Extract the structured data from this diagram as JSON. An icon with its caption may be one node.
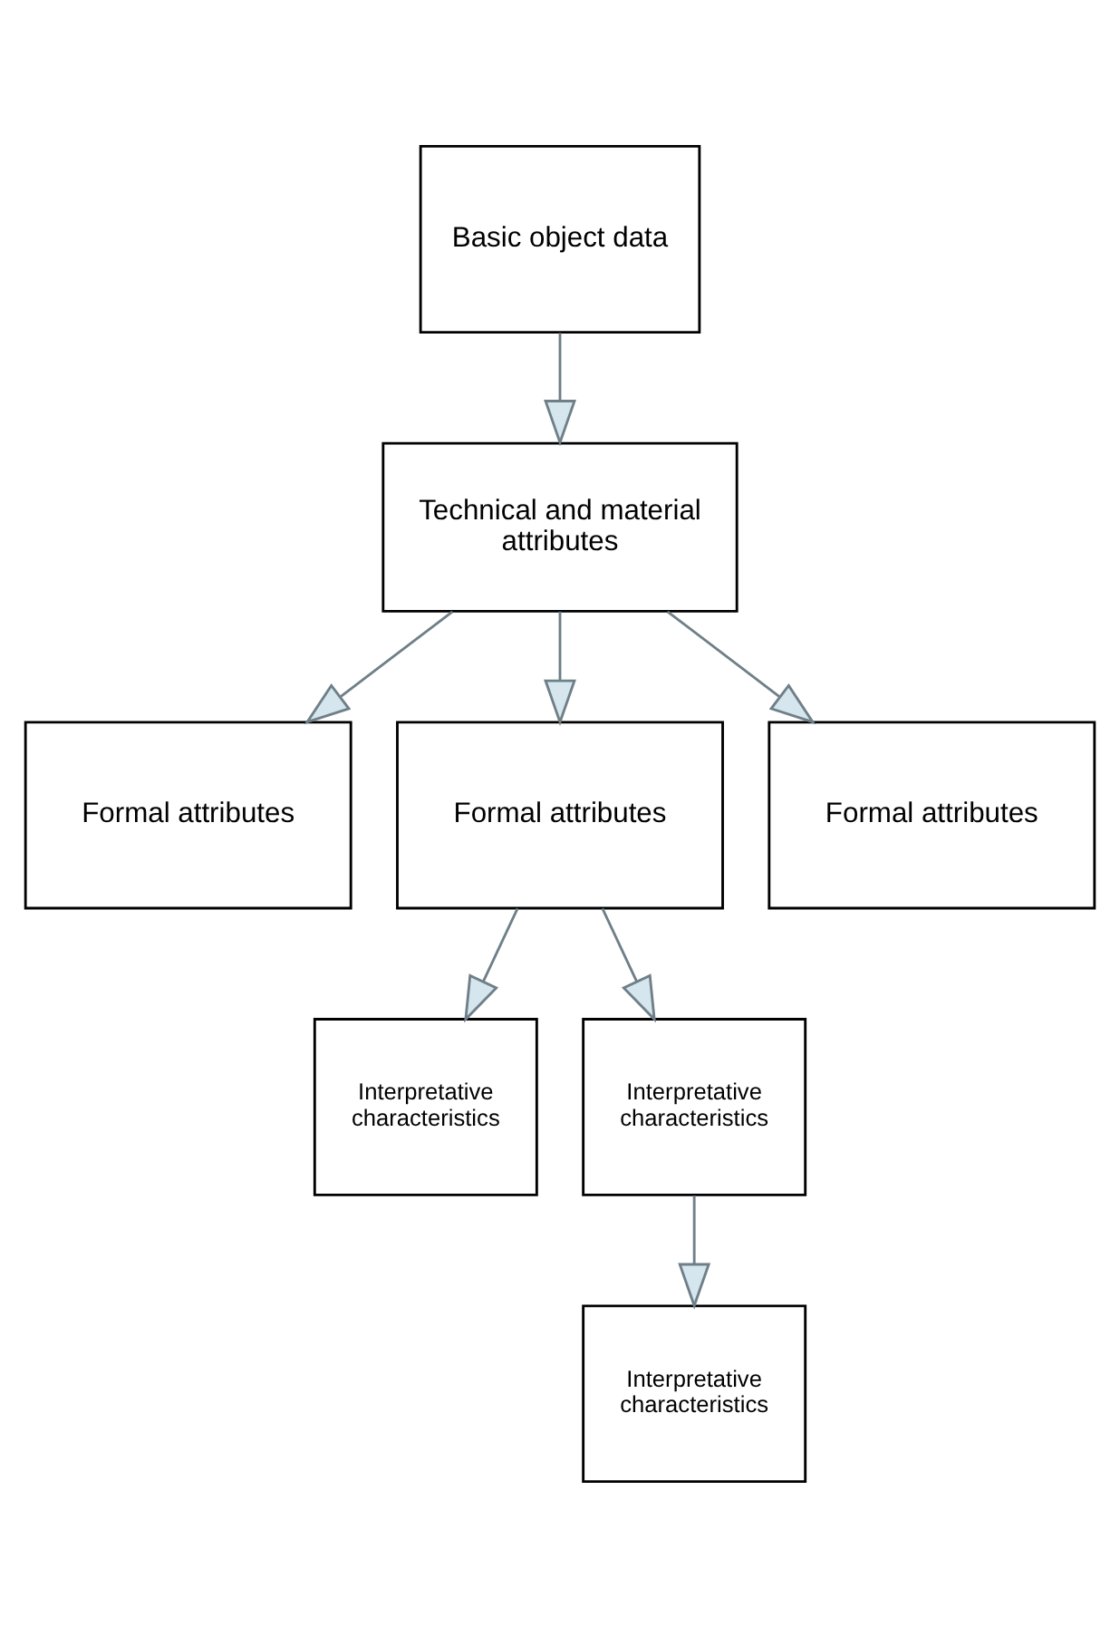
{
  "diagram": {
    "nodes": [
      {
        "text": [
          "Basic object data"
        ]
      },
      {
        "text": [
          "Technical and material attributes"
        ]
      },
      {
        "text": [
          "Formal attributes"
        ]
      },
      {
        "text": [
          "Formal attributes"
        ]
      },
      {
        "text": [
          "Formal attributes"
        ]
      },
      {
        "text": [
          "Interpretative characteristics"
        ]
      },
      {
        "text": [
          "Interpretative characteristics"
        ]
      },
      {
        "text": [
          "Interpretative characteristics"
        ]
      }
    ],
    "edges": [
      {
        "from": 0,
        "to": 1,
        "arrow": "to"
      },
      {
        "from": 1,
        "to": 2,
        "arrow": "to"
      },
      {
        "from": 1,
        "to": 3,
        "arrow": "to"
      },
      {
        "from": 1,
        "to": 4,
        "arrow": "to"
      },
      {
        "from": 3,
        "to": 5,
        "arrow": "to"
      },
      {
        "from": 3,
        "to": 6,
        "arrow": "to"
      },
      {
        "from": 6,
        "to": 7,
        "arrow": "to"
      }
    ]
  }
}
